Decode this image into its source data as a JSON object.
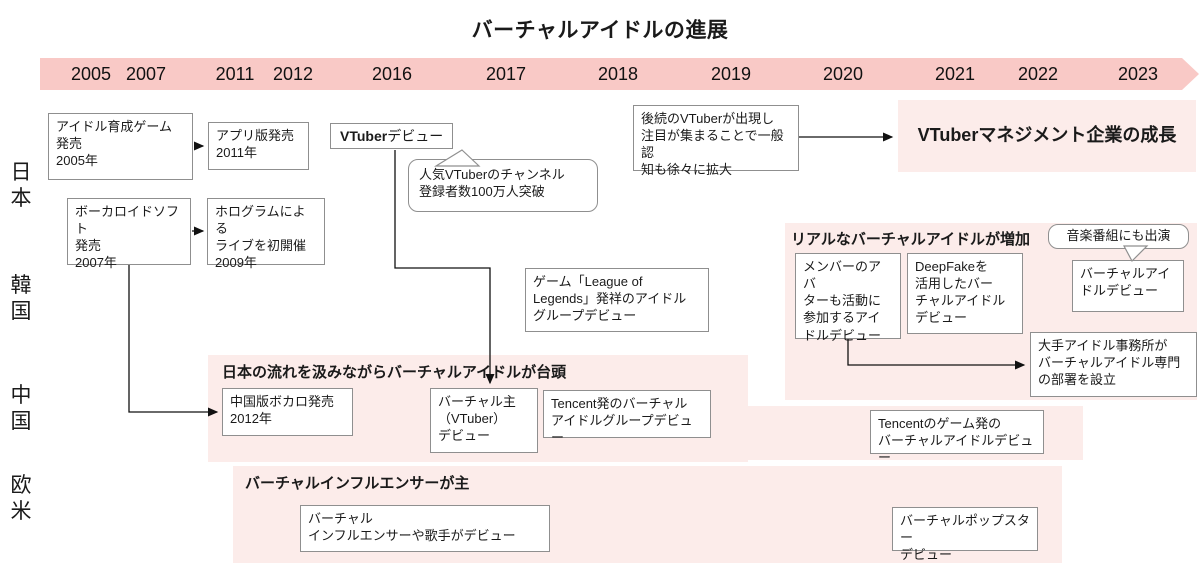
{
  "title": "バーチャルアイドルの進展",
  "timeline": {
    "years": [
      "2005",
      "2007",
      "2011",
      "2012",
      "2016",
      "2017",
      "2018",
      "2019",
      "2020",
      "2021",
      "2022",
      "2023"
    ]
  },
  "regions": {
    "japan": "日本",
    "korea": "韓国",
    "china": "中国",
    "west": "欧米"
  },
  "colors": {
    "timeline_bar": "#f9c9c6",
    "panel_pink": "#fcecea",
    "box_border": "#8f8f8f",
    "text": "#1a1a1a"
  },
  "events": {
    "idol_game": "アイドル育成ゲーム\n発売\n2005年",
    "app_release": "アプリ版発売\n2011年",
    "vocaloid": "ボーカロイドソフト\n発売\n2007年",
    "hologram": "ホログラムによる\nライブを初開催\n2009年",
    "vtuber_debut": {
      "bold": "VTuber",
      "rest": "デビュー"
    },
    "popular_vtuber": "人気VTuberのチャンネル\n登録者数100万人突破",
    "later_vtubers": "後続のVTuberが出現し\n注目が集まることで一般認\n知も徐々に拡大",
    "mgmt_growth": "VTuberマネジメント企業の成長",
    "lol_idol": "ゲーム「League of\nLegends」発祥のアイドル\nグループデビュー",
    "korea_header": "リアルなバーチャルアイドルが増加",
    "member_avatar": "メンバーのアバ\nターも活動に\n参加するアイ\nドルデビュー",
    "deepfake": "DeepFakeを\n活用したバー\nチャルアイドル\nデビュー",
    "music_show": "音楽番組にも出演",
    "virtual_idol_debut": "バーチャルアイ\nドルデビュー",
    "agency_dept": "大手アイドル事務所が\nバーチャルアイドル専門\nの部署を設立",
    "china_header": "日本の流れを汲みながらバーチャルアイドルが台頭",
    "cn_vocaloid": "中国版ボカロ発売\n2012年",
    "virtual_host": "バーチャル主\n（VTuber）\nデビュー",
    "tencent_group": "Tencent発のバーチャル\nアイドルグループデビュー",
    "tencent_game": "Tencentのゲーム発の\nバーチャルアイドルデビュー",
    "west_header": "バーチャルインフルエンサーが主",
    "virtual_influencer": "バーチャル\nインフルエンサーや歌手がデビュー",
    "virtual_popstar": "バーチャルポップスター\nデビュー"
  }
}
